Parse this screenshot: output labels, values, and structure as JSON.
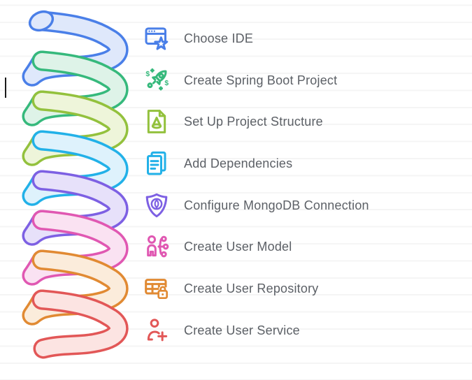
{
  "canvas": {
    "background_color": "#ffffff",
    "ruled_line_color": "#f5f5f5"
  },
  "symbols": {
    "dollar": "$"
  },
  "steps": [
    {
      "label": "Choose IDE",
      "icon": "ide-browser-star-icon",
      "color": "#4a7fe8",
      "fill": "#dfe8fb"
    },
    {
      "label": "Create Spring Boot Project",
      "icon": "rocket-icon",
      "color": "#36b97c",
      "fill": "#def3e8"
    },
    {
      "label": "Set Up Project Structure",
      "icon": "document-cone-icon",
      "color": "#93c13d",
      "fill": "#eef5da"
    },
    {
      "label": "Add Dependencies",
      "icon": "documents-icon",
      "color": "#22b1e8",
      "fill": "#def2fc"
    },
    {
      "label": "Configure MongoDB Connection",
      "icon": "mongodb-shield-leaf-icon",
      "color": "#7d60e3",
      "fill": "#e7e1fa"
    },
    {
      "label": "Create User Model",
      "icon": "user-model-icon",
      "color": "#e058b2",
      "fill": "#fae2f2"
    },
    {
      "label": "Create User Repository",
      "icon": "table-lock-icon",
      "color": "#e18a33",
      "fill": "#fbecdb"
    },
    {
      "label": "Create User Service",
      "icon": "user-plus-icon",
      "color": "#e25757",
      "fill": "#fce4e2"
    }
  ]
}
